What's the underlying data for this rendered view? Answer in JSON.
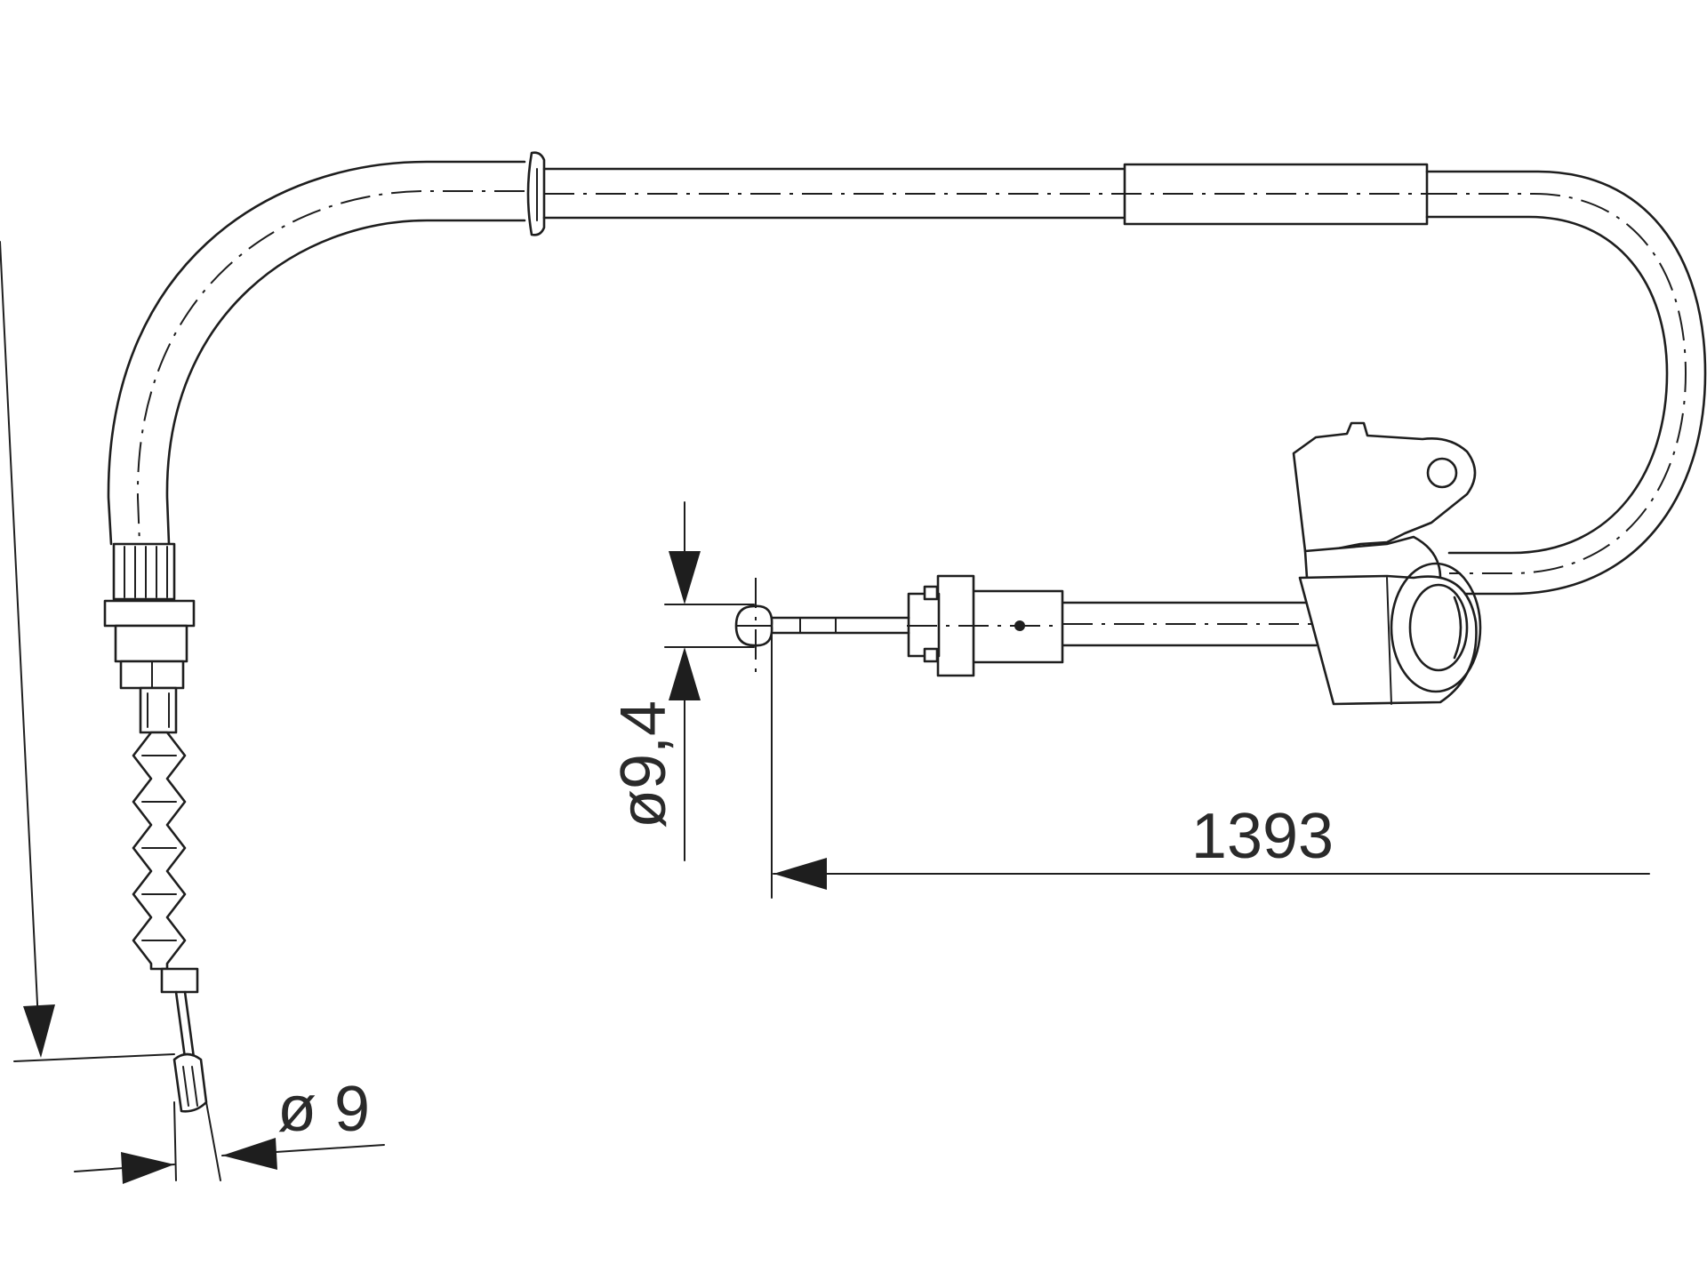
{
  "dimensions": {
    "length": "1393",
    "diameter_eye": "ø9,4",
    "diameter_end": "ø 9"
  }
}
